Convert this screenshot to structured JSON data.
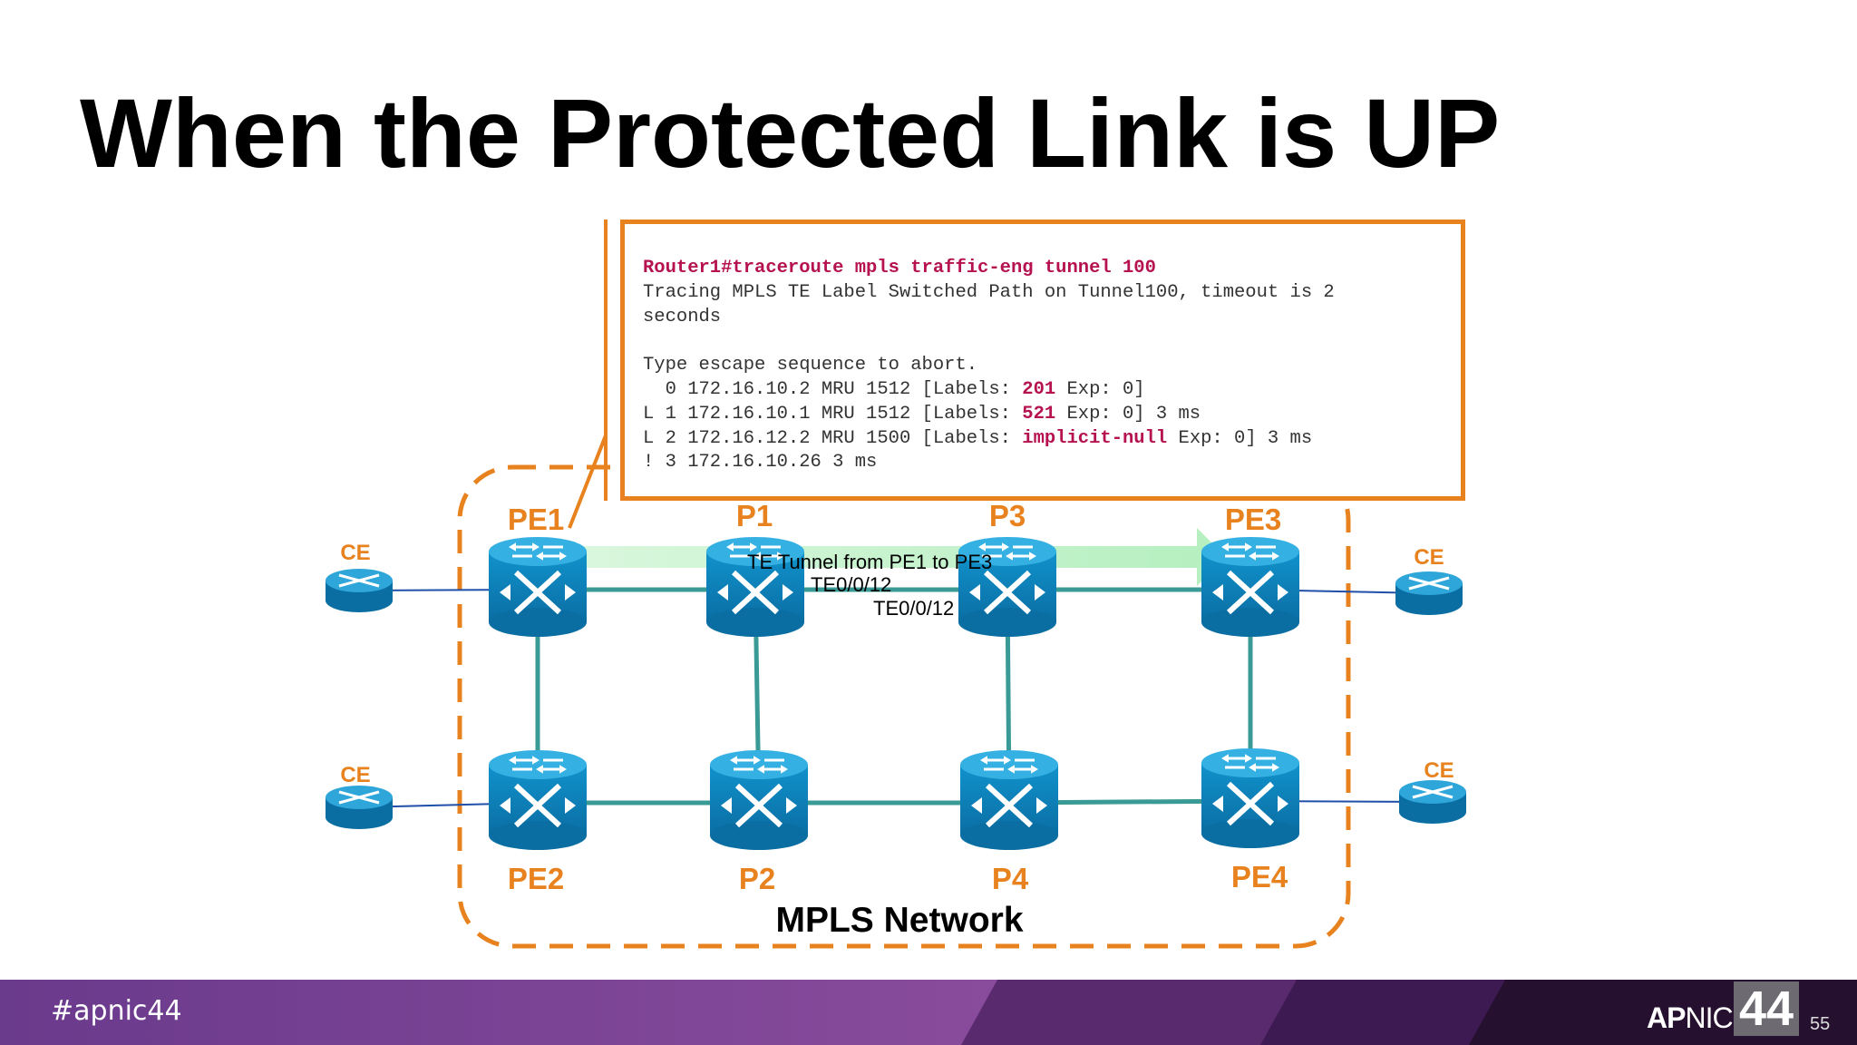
{
  "slide": {
    "title": "When the Protected Link is UP"
  },
  "diagram": {
    "network_label": "MPLS Network",
    "tunnel_label": "TE Tunnel from PE1 to PE3",
    "interface_labels": [
      "TE0/0/12",
      "TE0/0/12"
    ],
    "routers": [
      {
        "id": "PE1",
        "label": "PE1",
        "type": "switch"
      },
      {
        "id": "P1",
        "label": "P1",
        "type": "switch"
      },
      {
        "id": "P3",
        "label": "P3",
        "type": "switch"
      },
      {
        "id": "PE3",
        "label": "PE3",
        "type": "switch"
      },
      {
        "id": "PE2",
        "label": "PE2",
        "type": "switch"
      },
      {
        "id": "P2",
        "label": "P2",
        "type": "switch"
      },
      {
        "id": "P4",
        "label": "P4",
        "type": "switch"
      },
      {
        "id": "PE4",
        "label": "PE4",
        "type": "switch"
      },
      {
        "id": "CE-PE1",
        "label": "CE",
        "type": "router"
      },
      {
        "id": "CE-PE3",
        "label": "CE",
        "type": "router"
      },
      {
        "id": "CE-PE2",
        "label": "CE",
        "type": "router"
      },
      {
        "id": "CE-PE4",
        "label": "CE",
        "type": "router"
      }
    ],
    "links": [
      [
        "PE1",
        "P1"
      ],
      [
        "P1",
        "P3"
      ],
      [
        "P3",
        "PE3"
      ],
      [
        "PE2",
        "P2"
      ],
      [
        "P2",
        "P4"
      ],
      [
        "P4",
        "PE4"
      ],
      [
        "PE1",
        "PE2"
      ],
      [
        "P1",
        "P2"
      ],
      [
        "P3",
        "P4"
      ],
      [
        "PE3",
        "PE4"
      ],
      [
        "CE-PE1",
        "PE1"
      ],
      [
        "CE-PE2",
        "PE2"
      ],
      [
        "PE3",
        "CE-PE3"
      ],
      [
        "PE4",
        "CE-PE4"
      ]
    ],
    "colors": {
      "accent_orange": "#e8821e",
      "router_blue": "#0b7fb8",
      "link_teal": "#3a9a96",
      "ce_link_blue": "#1f4fa8",
      "tunnel_green": "#bff0c8",
      "cli_highlight": "#b5124f"
    }
  },
  "cli": {
    "lines": [
      {
        "text": "Router1#traceroute mpls traffic-eng tunnel 100",
        "style": "cmd"
      },
      {
        "text": "Tracing MPLS TE Label Switched Path on Tunnel100, timeout is 2"
      },
      {
        "text": "seconds"
      },
      {
        "text": ""
      },
      {
        "text": "Type escape sequence to abort."
      },
      {
        "prefix": "  0 172.16.10.2 MRU 1512 [Labels: ",
        "label": "201",
        "suffix": " Exp: 0]"
      },
      {
        "prefix": "L 1 172.16.10.1 MRU 1512 [Labels: ",
        "label": "521",
        "suffix": " Exp: 0] 3 ms"
      },
      {
        "prefix": "L 2 172.16.12.2 MRU 1500 [Labels: ",
        "label": "implicit-null",
        "suffix": " Exp: 0] 3 ms"
      },
      {
        "text": "! 3 172.16.10.26 3 ms"
      }
    ]
  },
  "footer": {
    "hashtag": "#apnic44",
    "brand_prefix": "AP",
    "brand_suffix": "NIC",
    "brand_number": "44",
    "page_number": "55"
  }
}
